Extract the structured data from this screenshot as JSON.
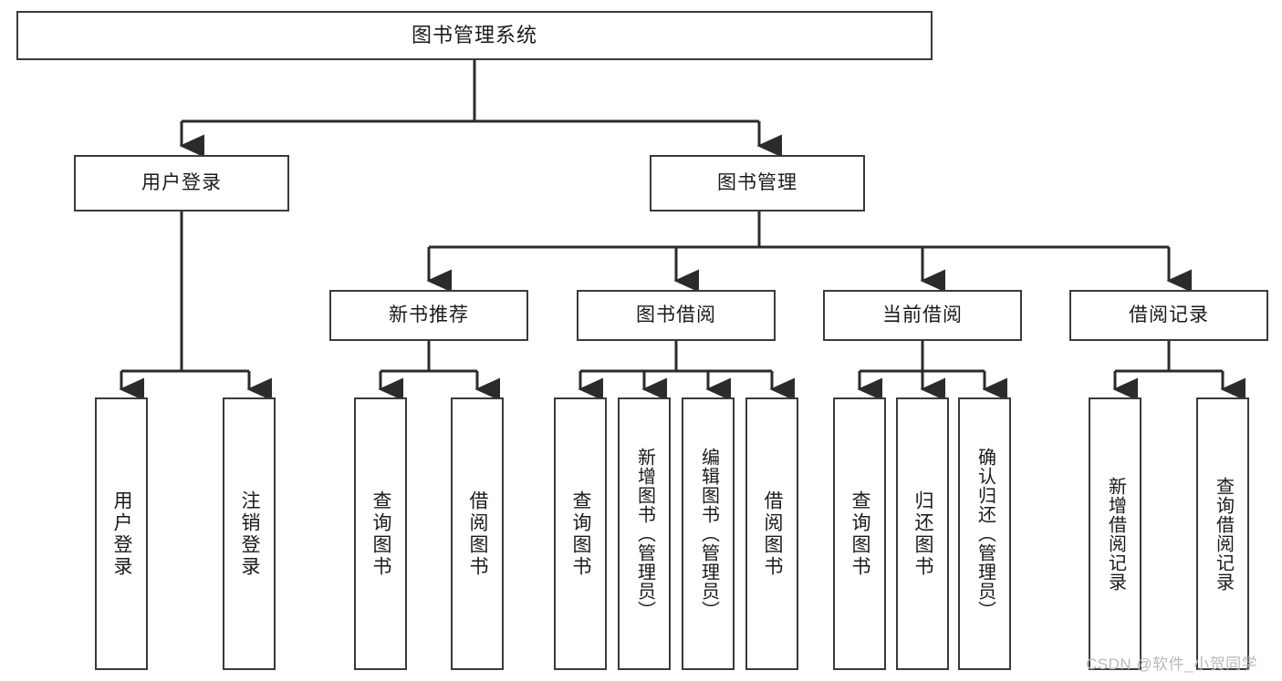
{
  "diagram": {
    "title": "图书管理系统",
    "type": "tree-hierarchy-chart",
    "colors": {
      "box_border": "#3a3a3a",
      "box_fill": "#ffffff",
      "edge": "#2b2b2b",
      "text": "#1a1a1a",
      "watermark": "#b9b9b9",
      "background": "#ffffff"
    },
    "root": {
      "label": "图书管理系统"
    },
    "level2": [
      {
        "label": "用户登录"
      },
      {
        "label": "图书管理"
      }
    ],
    "level3": [
      {
        "label": "新书推荐"
      },
      {
        "label": "图书借阅"
      },
      {
        "label": "当前借阅"
      },
      {
        "label": "借阅记录"
      }
    ],
    "leaves": {
      "user_login": [
        {
          "label": "用户登录"
        },
        {
          "label": "注销登录"
        }
      ],
      "new_book_recommend": [
        {
          "label": "查询图书"
        },
        {
          "label": "借阅图书"
        }
      ],
      "book_borrow": [
        {
          "label": "查询图书"
        },
        {
          "label": "新增图书（管理员）"
        },
        {
          "label": "编辑图书（管理员）"
        },
        {
          "label": "借阅图书"
        }
      ],
      "current_borrow": [
        {
          "label": "查询图书"
        },
        {
          "label": "归还图书"
        },
        {
          "label": "确认归还（管理员）"
        }
      ],
      "borrow_record": [
        {
          "label": "新增借阅记录"
        },
        {
          "label": "查询借阅记录"
        }
      ]
    }
  },
  "watermark": {
    "text": "CSDN @软件_小贺同学"
  }
}
